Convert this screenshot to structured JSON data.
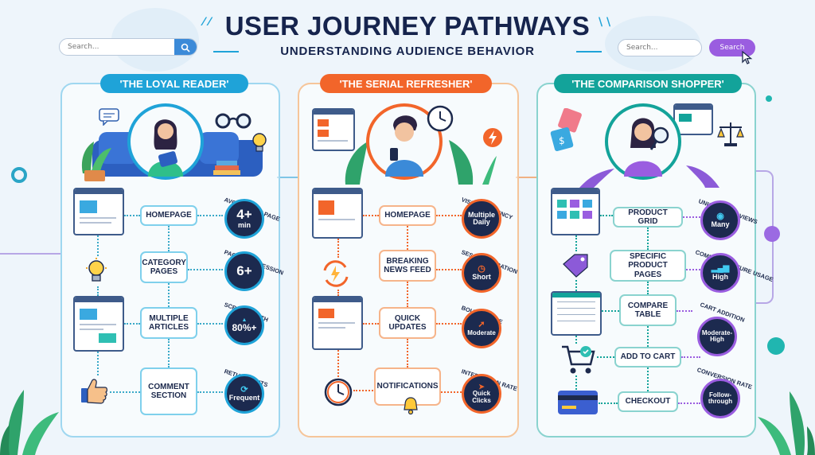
{
  "header": {
    "title": "USER JOURNEY PATHWAYS",
    "subtitle": "UNDERSTANDING AUDIENCE BEHAVIOR"
  },
  "search_left": {
    "placeholder": "Search..."
  },
  "search_right": {
    "placeholder": "Search...",
    "button_label": "Search"
  },
  "colors": {
    "loyal": "#1fa3d8",
    "refresher": "#f2652a",
    "shopper": "#13a39a",
    "metric_dark": "#1c2a4f",
    "search_button": "#9a5de0"
  },
  "journeys": [
    {
      "title": "'THE LOYAL READER'",
      "steps": [
        "HOMEPAGE",
        "CATEGORY PAGES",
        "MULTIPLE ARTICLES",
        "COMMENT SECTION"
      ],
      "metrics": [
        {
          "label": "AVG. TIME ON PAGE",
          "value": "4+",
          "unit": "min"
        },
        {
          "label": "PAGES PER SESSION",
          "value": "6+"
        },
        {
          "label": "SCROLL DEPTH",
          "value": "80%+"
        },
        {
          "label": "RETURN VISITS",
          "value": "Frequent"
        }
      ]
    },
    {
      "title": "'THE SERIAL REFRESHER'",
      "steps": [
        "HOMEPAGE",
        "BREAKING NEWS FEED",
        "QUICK UPDATES",
        "NOTIFICATIONS"
      ],
      "metrics": [
        {
          "label": "VISIT FREQUENCY",
          "value": "Multiple Daily"
        },
        {
          "label": "SESSION DURATION",
          "value": "Short"
        },
        {
          "label": "BOUNCE RATE",
          "value": "Moderate"
        },
        {
          "label": "INTERACTION RATE",
          "value": "Quick Clicks"
        }
      ]
    },
    {
      "title": "'THE COMPARISON SHOPPER'",
      "steps": [
        "PRODUCT GRID",
        "SPECIFIC PRODUCT PAGES",
        "COMPARE TABLE",
        "ADD TO CART",
        "CHECKOUT"
      ],
      "metrics": [
        {
          "label": "UNIQUE PAGE VIEWS",
          "value": "Many"
        },
        {
          "label": "COMPARE FEATURE USAGE",
          "value": "High"
        },
        {
          "label": "CART ADDITION",
          "value": "Moderate-High"
        },
        {
          "label": "CONVERSION RATE",
          "value": "Follow-through"
        }
      ]
    }
  ],
  "icons": [
    "search-icon",
    "cursor-icon",
    "lightbulb-icon",
    "thumbs-up-icon",
    "clock-icon",
    "lightning-icon",
    "refresh-icon",
    "bell-icon",
    "shopping-cart-icon",
    "credit-card-icon",
    "price-tag-icon",
    "magnifier-icon",
    "scale-icon",
    "eyeglasses-icon",
    "chat-icon",
    "eye-icon",
    "bar-chart-icon",
    "arrow-icon",
    "plant-icon"
  ]
}
